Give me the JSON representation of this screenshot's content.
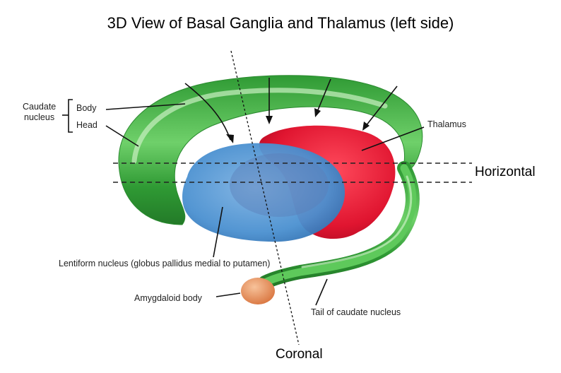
{
  "title": "3D View of Basal Ganglia and Thalamus (left side)",
  "labels": {
    "caudate_nucleus_line1": "Caudate",
    "caudate_nucleus_line2": "nucleus",
    "body": "Body",
    "head": "Head",
    "thalamus": "Thalamus",
    "horizontal": "Horizontal",
    "lentiform_nucleus": "Lentiform nucleus (globus pallidus medial to putamen)",
    "amygdaloid_body": "Amygdaloid body",
    "tail_of_caudate": "Tail of caudate nucleus",
    "coronal": "Coronal"
  },
  "colors": {
    "caudate": "#4cbf4c",
    "caudate_highlight": "#c9f0c2",
    "thalamus": "#e8203a",
    "lentiform": "#4a90d0",
    "amygdala": "#e89060"
  }
}
